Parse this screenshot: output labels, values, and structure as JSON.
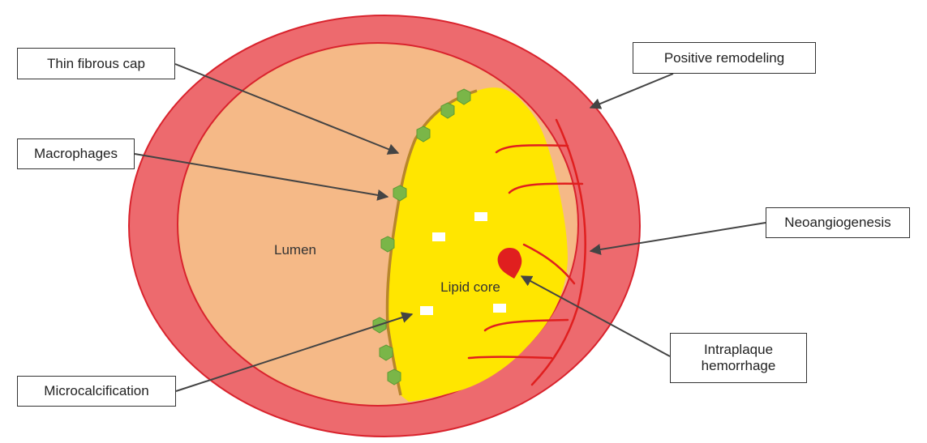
{
  "labels": {
    "thin_fibrous_cap": "Thin fibrous cap",
    "macrophages": "Macrophages",
    "microcalcification": "Microcalcification",
    "positive_remodeling": "Positive remodeling",
    "neoangiogenesis": "Neoangiogenesis",
    "intraplaque_hemorrhage_line1": "Intraplaque",
    "intraplaque_hemorrhage_line2": "hemorrhage",
    "lumen": "Lumen",
    "lipid_core": "Lipid core"
  },
  "colors": {
    "vessel_wall": "#ED6A6E",
    "vessel_outline": "#D9232D",
    "lumen": "#F5B987",
    "lipid_core": "#FFE600",
    "fibrous_cap": "#B8862B",
    "macrophage": "#7AB648",
    "vasa_vasorum": "#E01F1F",
    "hemorrhage": "#E01F1F",
    "calcification": "#FFFFFF",
    "arrow": "#444444"
  }
}
